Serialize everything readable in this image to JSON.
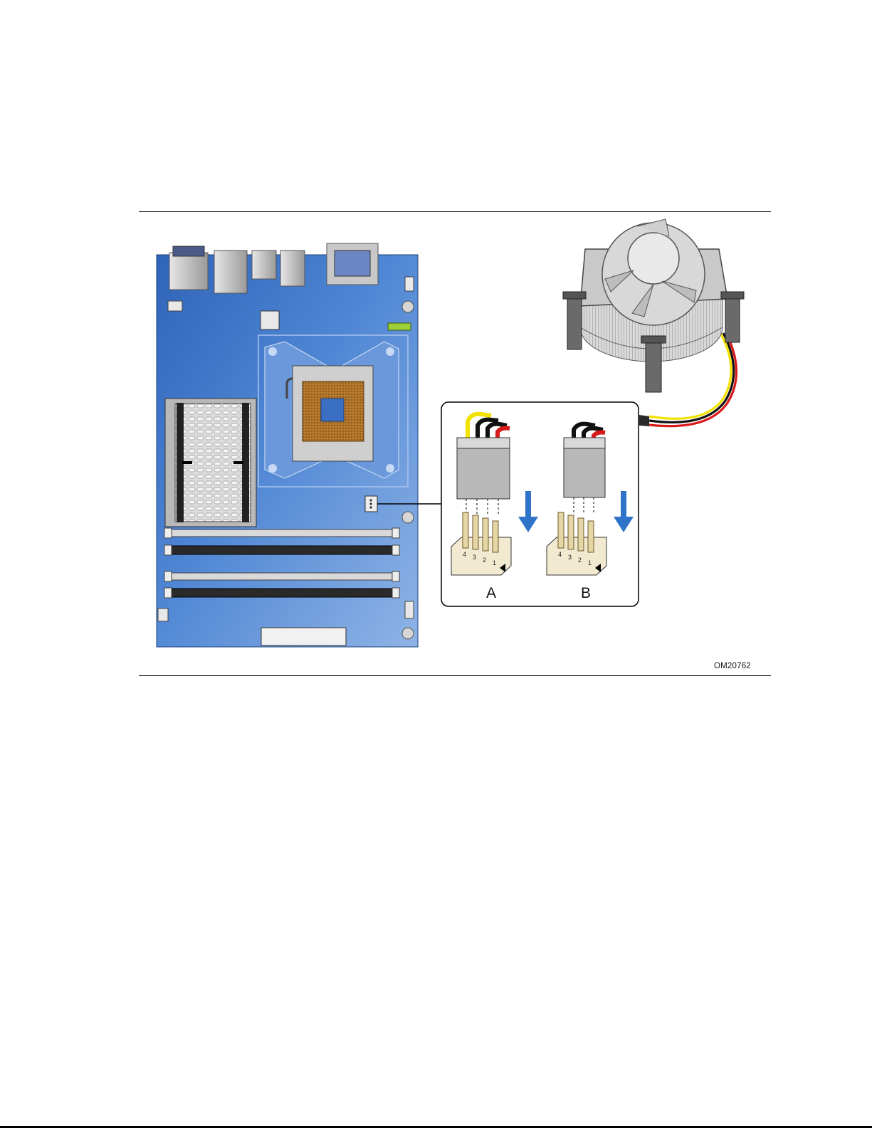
{
  "figure": {
    "id_label": "OM20762",
    "inset_labels": {
      "a": "A",
      "b": "B"
    },
    "pin_numbers": [
      "4",
      "3",
      "2",
      "1"
    ],
    "colors": {
      "board_blue": "#3e78c8",
      "board_blue_light": "#7fa7e0",
      "wire_yellow": "#f2e200",
      "wire_black": "#111111",
      "wire_red": "#d81a1a",
      "arrow_blue": "#2f74c8",
      "connector_gray": "#b8b8b8",
      "header_tan": "#f2ead0"
    }
  }
}
